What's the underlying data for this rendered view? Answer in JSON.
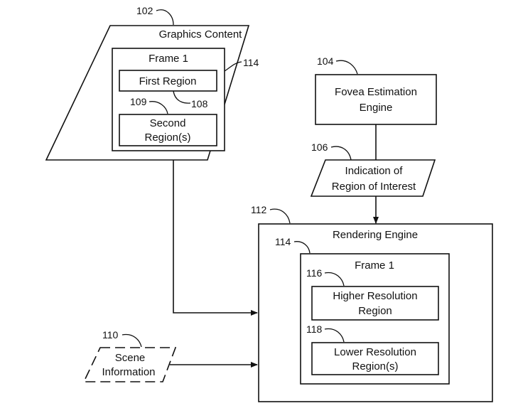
{
  "graphics_content": {
    "ref": "102",
    "title": "Graphics Content",
    "frame_ref": "114",
    "frame_title": "Frame 1",
    "first_region": "First Region",
    "first_region_ref": "108",
    "second_region_ref": "109",
    "second_region_line1": "Second",
    "second_region_line2": "Region(s)"
  },
  "fovea_engine": {
    "ref": "104",
    "line1": "Fovea Estimation",
    "line2": "Engine"
  },
  "region_of_interest": {
    "ref": "106",
    "line1": "Indication of",
    "line2": "Region of Interest"
  },
  "rendering_engine": {
    "ref": "112",
    "title": "Rendering Engine",
    "frame_ref": "114",
    "frame_title": "Frame 1",
    "higher_ref": "116",
    "higher_line1": "Higher Resolution",
    "higher_line2": "Region",
    "lower_ref": "118",
    "lower_line1": "Lower Resolution",
    "lower_line2": "Region(s)"
  },
  "scene_information": {
    "ref": "110",
    "line1": "Scene",
    "line2": "Information"
  }
}
